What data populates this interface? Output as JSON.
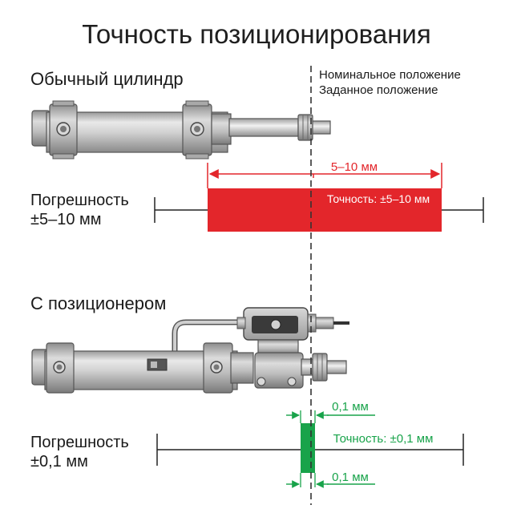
{
  "title": "Точность позиционирования",
  "standard": {
    "heading": "Обычный цилиндр",
    "nominal_label": "Номинальное положение",
    "set_label": "Заданное положение",
    "dimension_label": "5–10 мм",
    "accuracy_text": "Точность: ±5–10 мм",
    "error_line1": "Погрешность",
    "error_line2": "±5–10 мм"
  },
  "positioner": {
    "heading": "С позиционером",
    "dim_top": "0,1 мм",
    "dim_bottom": "0,1 мм",
    "accuracy_text": "Точность: ±0,1 мм",
    "error_line1": "Погрешность",
    "error_line2": "±0,1 мм"
  },
  "colors": {
    "red": "#e3262b",
    "green": "#18a34a",
    "dash": "#333333",
    "metal": "#c8c8c8"
  },
  "icons": [
    "pneumatic-cylinder-icon",
    "cylinder-with-positioner-icon"
  ]
}
